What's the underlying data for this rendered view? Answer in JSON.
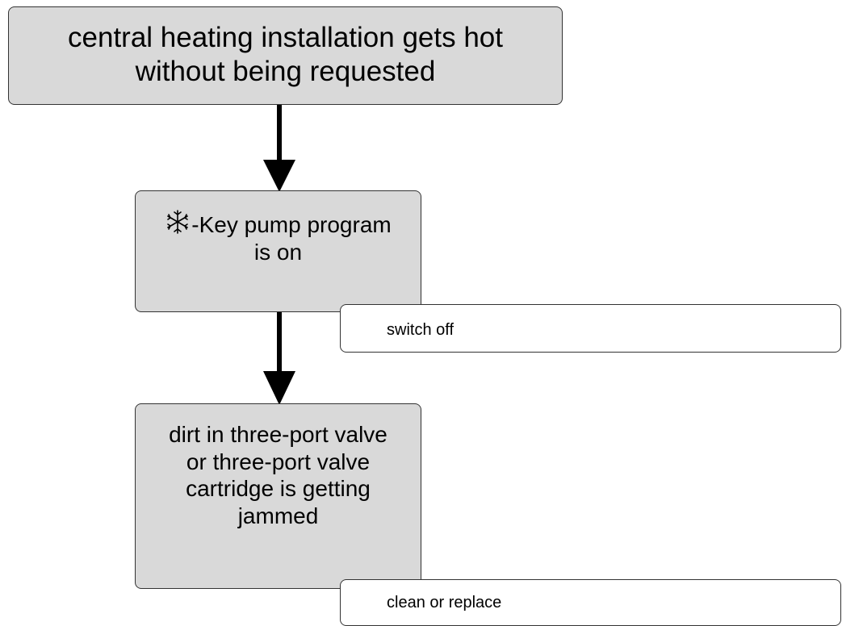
{
  "nodes": {
    "symptom": {
      "lines": [
        "central heating installation gets hot",
        "without being requested"
      ]
    },
    "cause_1": {
      "icon": "snowflake-icon",
      "lines": [
        "-Key pump program",
        "is on"
      ]
    },
    "cause_2": {
      "lines": [
        "dirt in three-port valve",
        "or three-port valve",
        "cartridge is getting",
        "jammed"
      ]
    }
  },
  "actions": {
    "cause_1": "switch off",
    "cause_2": "clean or replace"
  },
  "colors": {
    "node_fill": "#d9d9d9",
    "action_fill": "#ffffff",
    "stroke": "#333333",
    "arrow": "#000000"
  }
}
